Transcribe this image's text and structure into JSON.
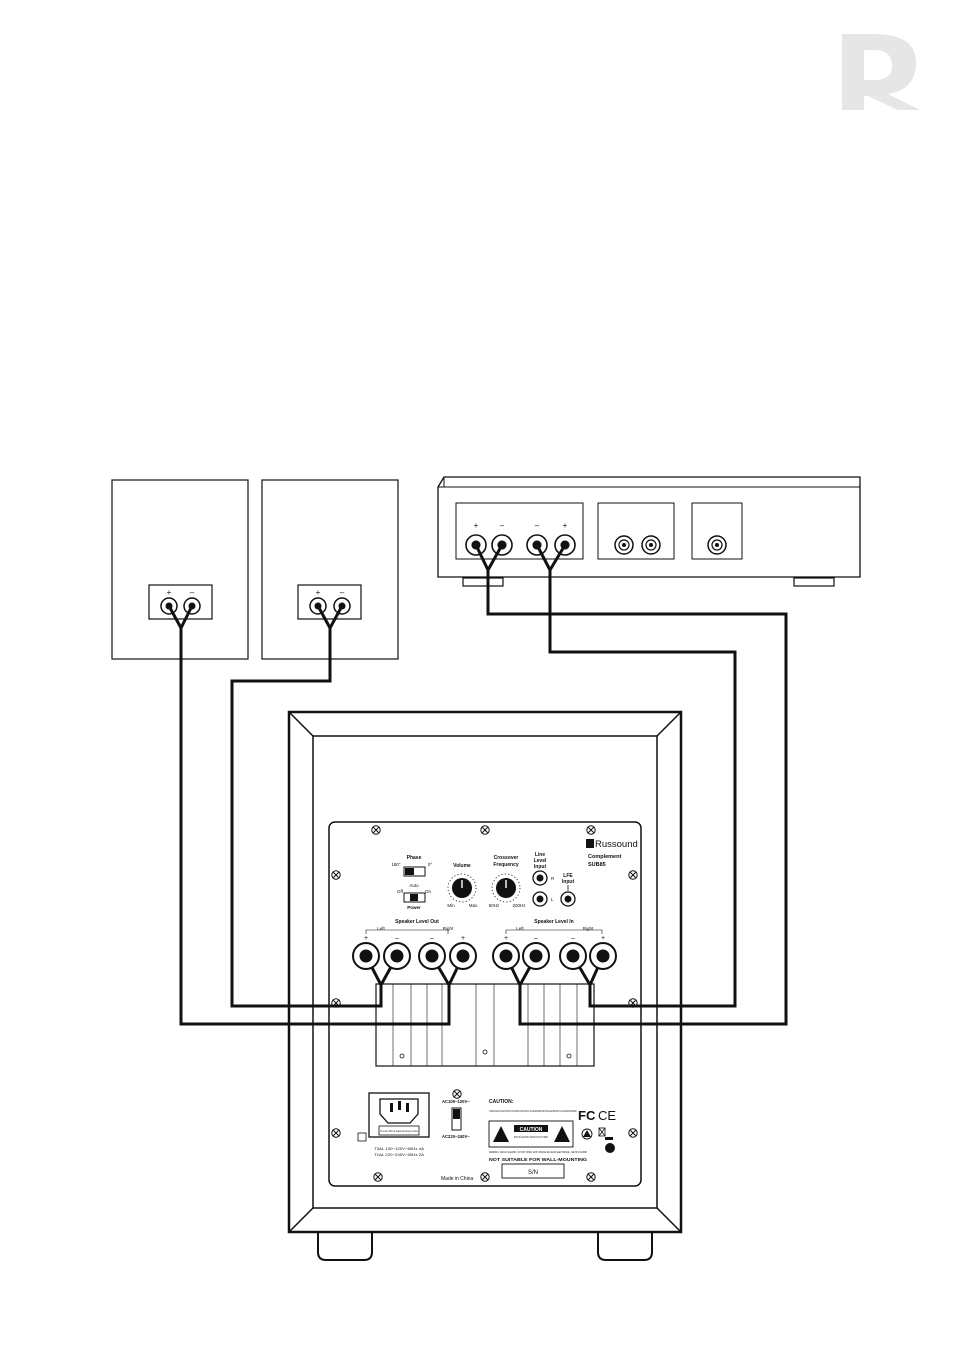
{
  "brand": {
    "logo_icon": "russound-r-logo-icon",
    "name": "Russound",
    "model_line1": "Complement",
    "model_line2": "SUB85"
  },
  "speakers": {
    "left": {
      "plus": "+",
      "minus": "–"
    },
    "right": {
      "plus": "+",
      "minus": "–"
    }
  },
  "receiver": {
    "terminal_labels": [
      "+",
      "–",
      "–",
      "+"
    ]
  },
  "sub_panel": {
    "phase": "Phase",
    "phase_180": "180°",
    "phase_0": "0°",
    "auto": "Auto",
    "power": "Power",
    "off": "Off",
    "on": "On",
    "volume": "Volume",
    "min": "Min",
    "max": "Max",
    "crossover_line1": "Crossover",
    "crossover_line2": "Frequency",
    "freq_low": "50Hz",
    "freq_high": "200Hz",
    "line_level_1": "Line",
    "line_level_2": "Level",
    "line_level_3": "Input",
    "r": "R",
    "l": "L",
    "lfe_1": "LFE",
    "lfe_2": "Input",
    "speaker_level_out": "Speaker Level Out",
    "speaker_level_in": "Speaker Level In",
    "left": "Left",
    "right": "Right",
    "plus": "+",
    "minus": "–",
    "ac1": "AC100~120V~",
    "ac2": "AC220~240V~",
    "caution_title": "CAUTION:",
    "caution_body": "TO REDUCE THE RISK OF ELECTRIC SHOCK, DO NOT REMOVE COVER (OR BACK). NO USER-SERVICEABLE PARTS INSIDE. REFER SERVICING TO QUALIFIED SERVICE PERSONNEL.",
    "caution_label": "CAUTION",
    "caution_sub": "RISK OF ELECTRIC SHOCK DO NOT OPEN",
    "warning_text": "WARNING: SHOCK HAZARD - DO NOT OPEN. AVIS: RISQUE DE CHOC ELECTRIQUE - NE PAS OUVRIR",
    "not_wall": "NOT SUITABLE FOR WALL-MOUNTING",
    "fuse_note": "For use with a 250V fuse. Replace with same type as marked.",
    "fuse1": "T3AL 100~120V~60Hz 4A",
    "fuse2": "T1AL 220~240V~50Hz 2A",
    "fc_mark": "FC",
    "ce_mark": "CE",
    "made_in": "Made in China",
    "sn": "S/N"
  }
}
